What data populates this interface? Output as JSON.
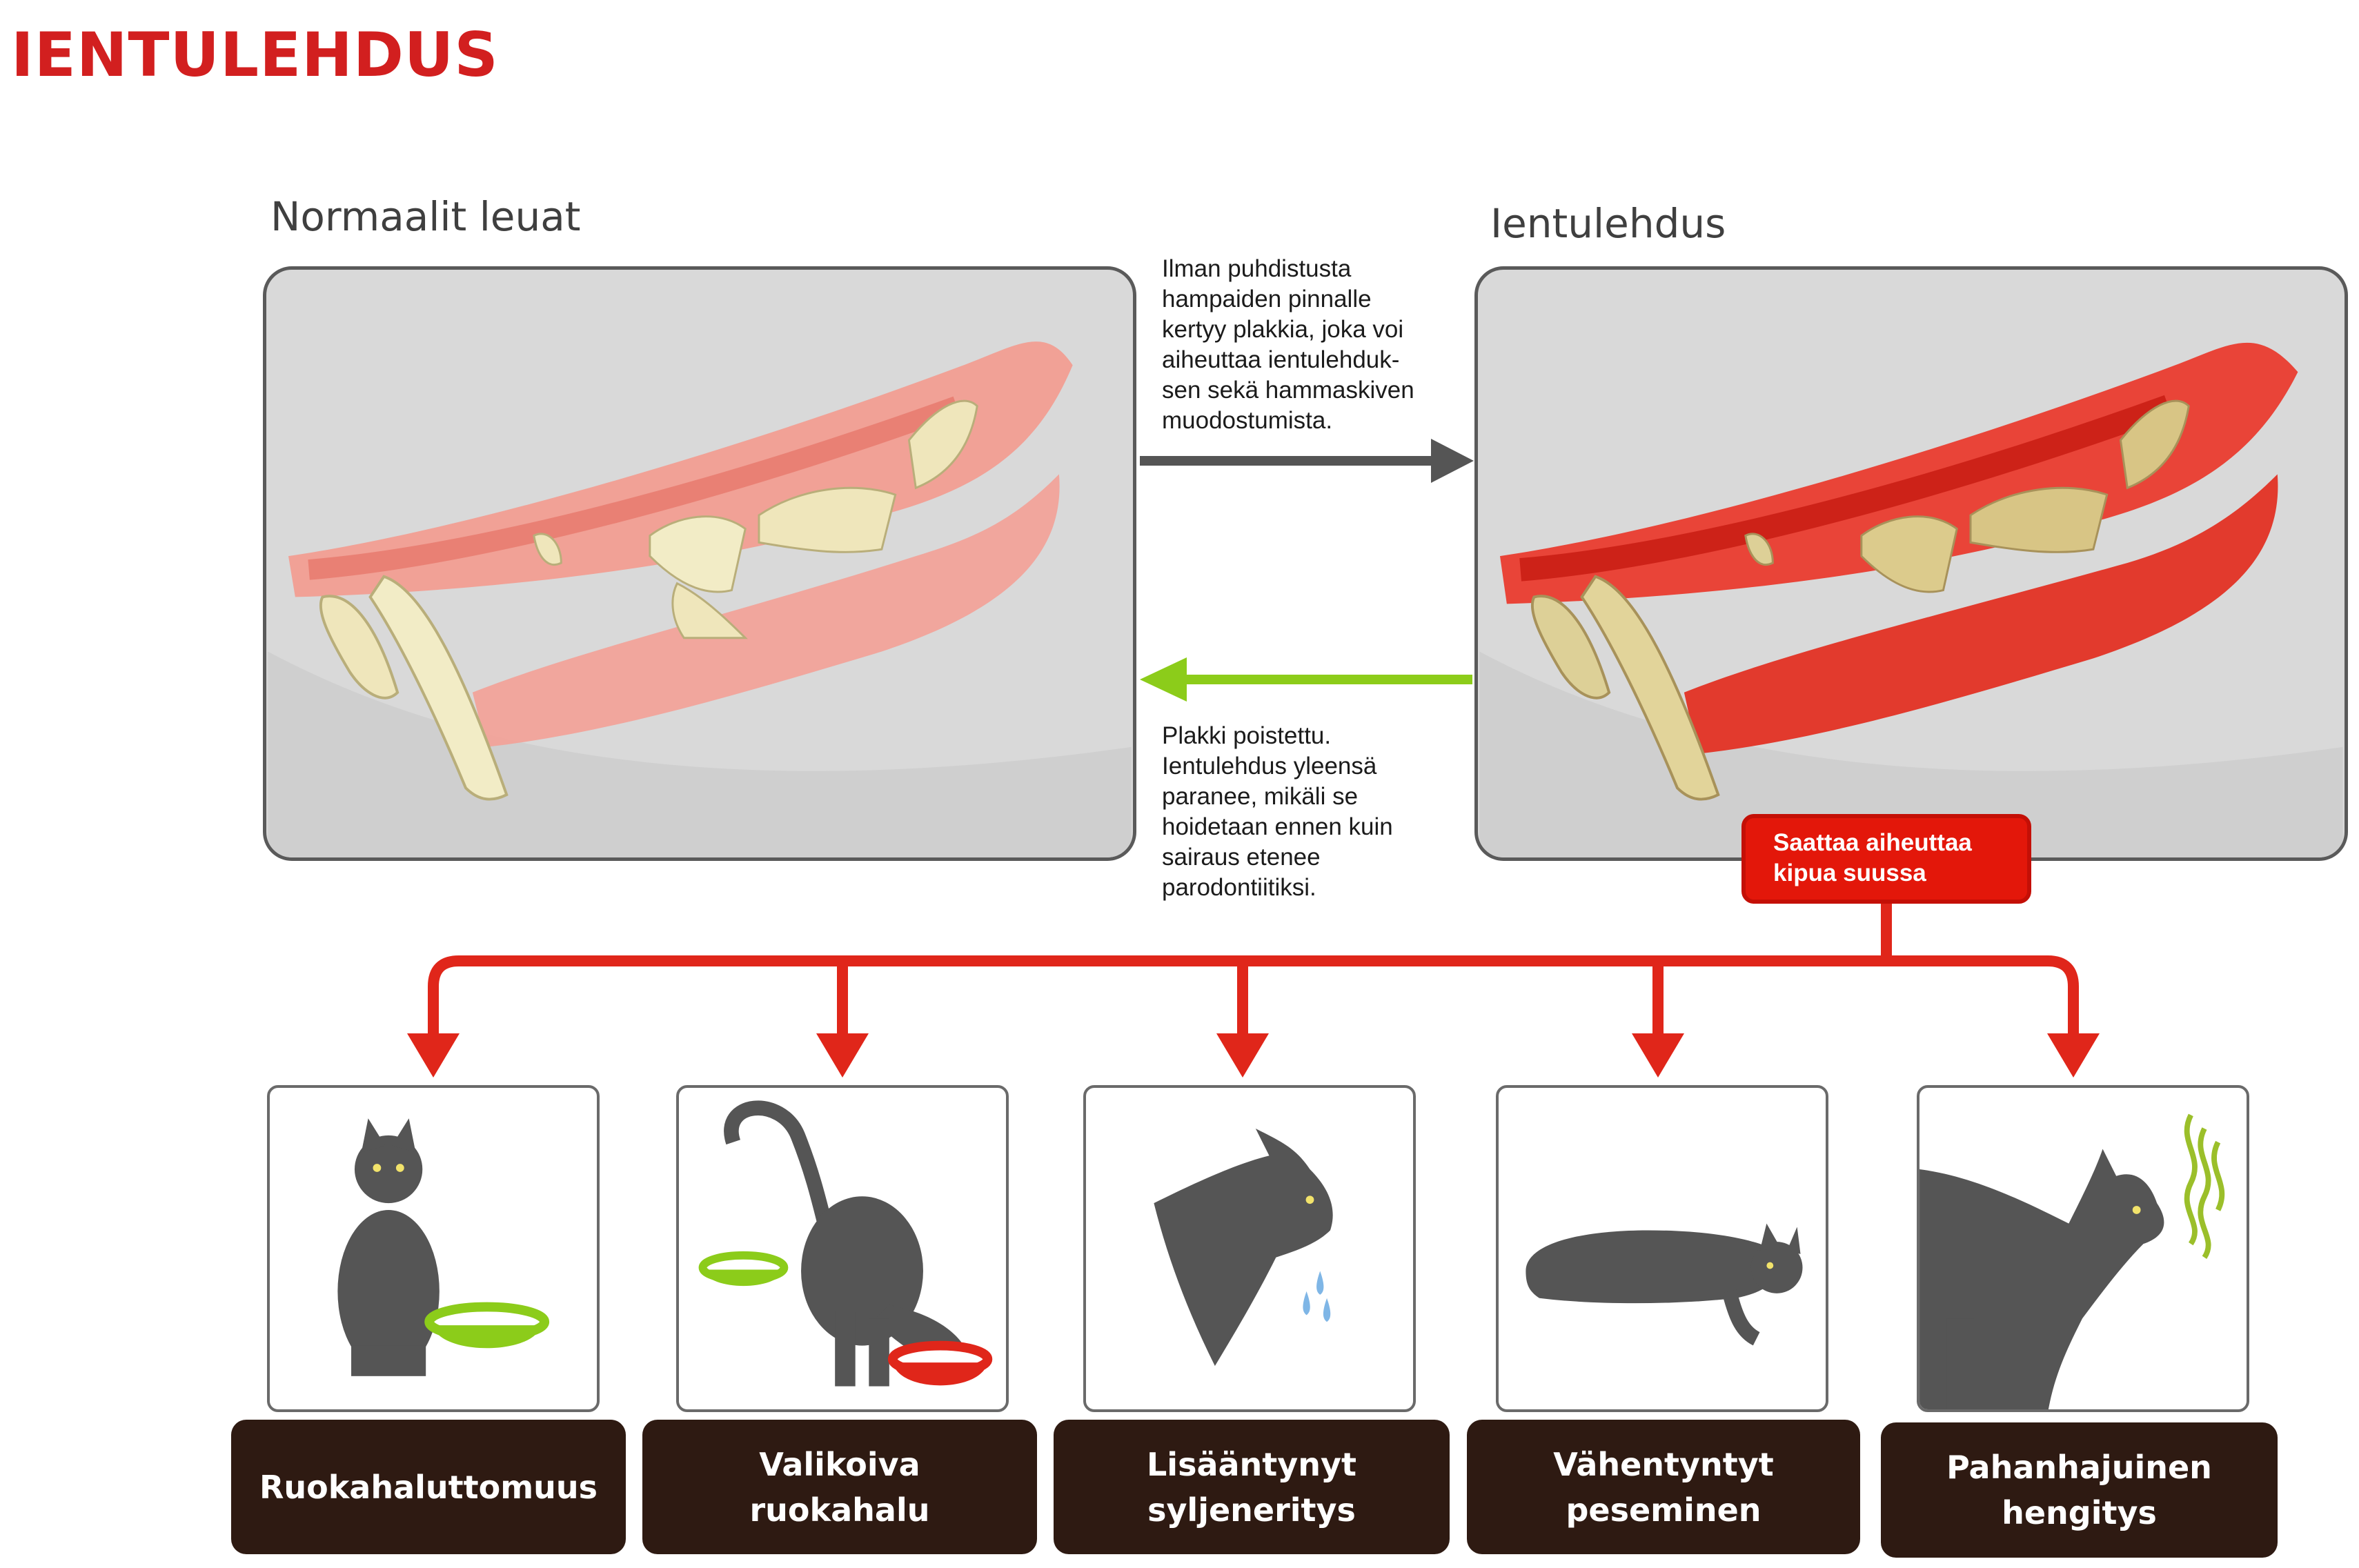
{
  "title": "IENTULEHDUS",
  "normal_label": "Normaalit leuat",
  "inflamed_label": "Ientulehdus",
  "forward_note": "Ilman puhdistusta\nhampaiden pinnalle\nkertyy plakkia, joka voi\naiheuttaa ientulehduk-\nsen sekä hammaskiven\nmuodostumista.",
  "back_note": "Plakki poistettu.\nIentulehdus yleensä\nparanee, mikäli se\nhoidetaan ennen kuin\nsairaus etenee\nparodontiitiksi.",
  "warning": "Saattaa aiheuttaa\nkipua suussa",
  "symptoms": [
    {
      "label": "Ruokahaluttomuus",
      "icon": "sitting-cat-with-bowl-icon"
    },
    {
      "label": "Valikoiva\nruokahalu",
      "icon": "cat-eating-from-bowl-icon"
    },
    {
      "label": "Lisääntynyt\nsyljeneritys",
      "icon": "drooling-cat-icon"
    },
    {
      "label": "Vähentyntyt\npeseminen",
      "icon": "lying-cat-icon"
    },
    {
      "label": "Pahanhajuinen\nhengitys",
      "icon": "cat-bad-breath-icon"
    }
  ],
  "colors": {
    "title": "#d21f1f",
    "arrow_forward": "#555555",
    "arrow_back": "#8ccc1a",
    "arrow_red": "#e0261a",
    "label_bg": "#2e1a12",
    "cat": "#555555",
    "bowl_green": "#8ccc1a",
    "bowl_red": "#e0261a"
  }
}
